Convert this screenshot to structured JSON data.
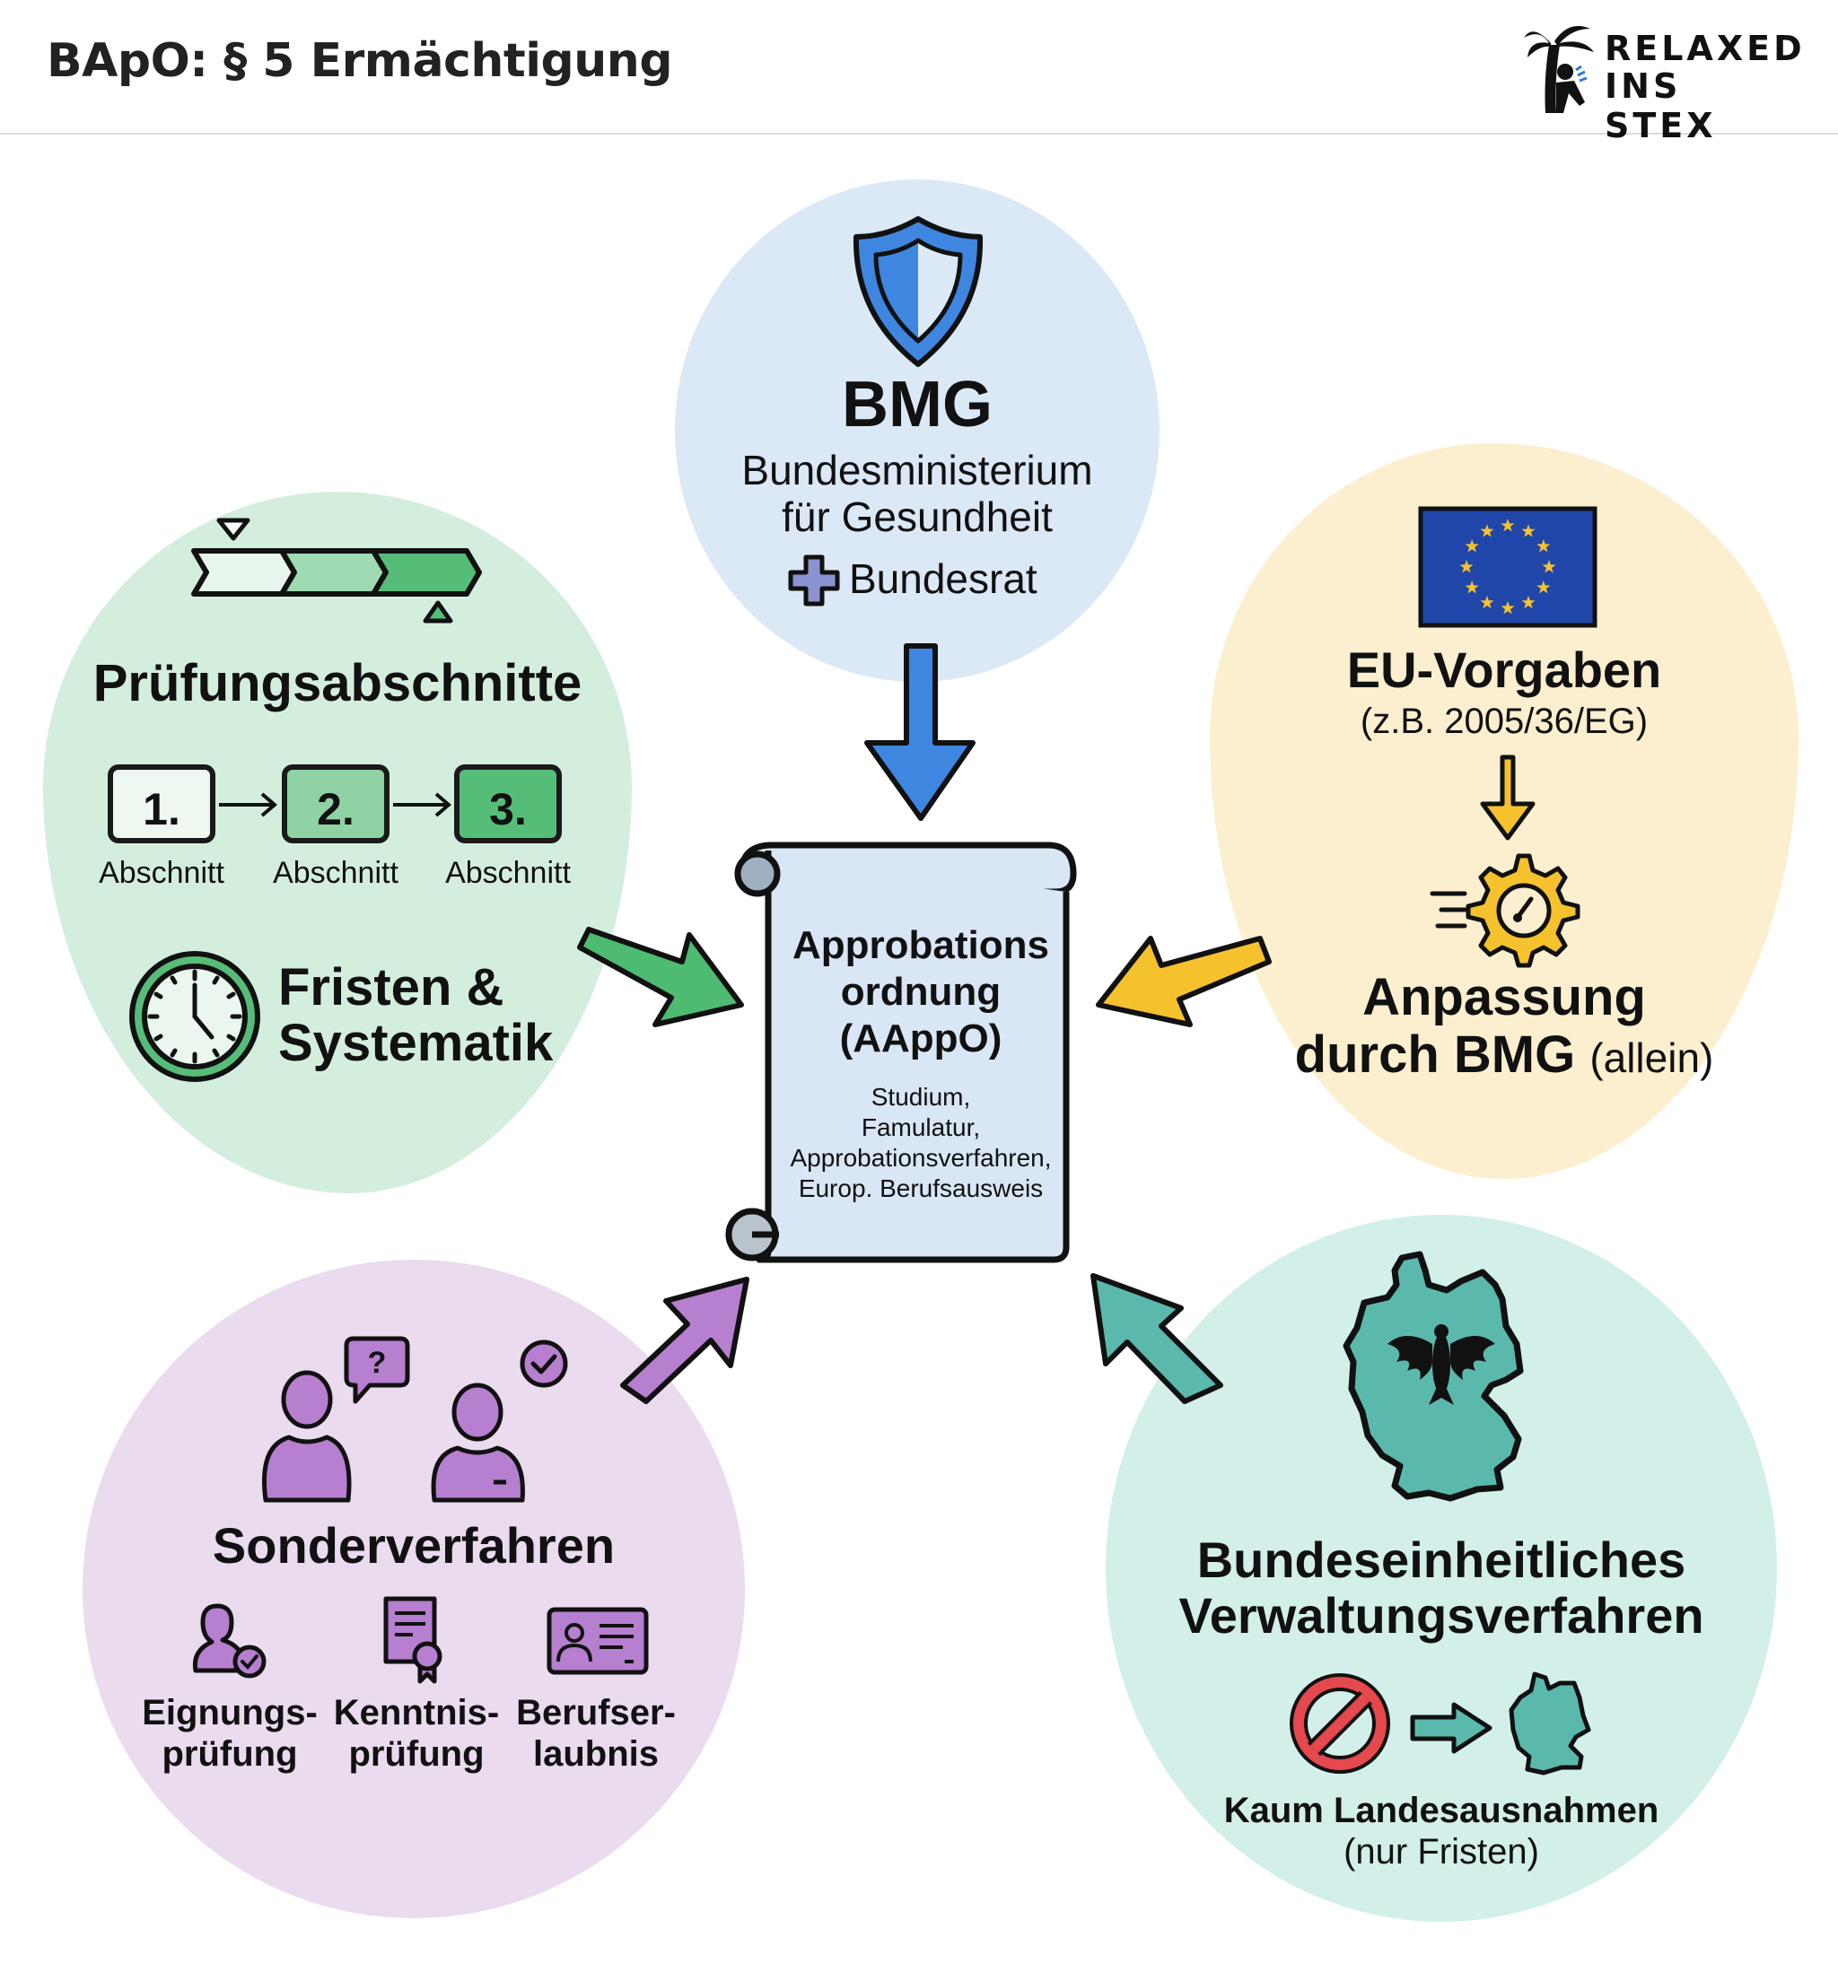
{
  "header": {
    "title": "BApO: § 5 Ermächtigung",
    "logo": {
      "line1": "RELAXED",
      "line2": "INS STEX",
      "icon": "palm-tree-reader-icon"
    }
  },
  "center": {
    "title_lines": [
      "Approbations",
      "ordnung",
      "(AAppO)"
    ],
    "body_lines": [
      "Studium,",
      "Famulatur,",
      "Approbationsverfahren,",
      "Europ. Berufsausweis"
    ],
    "icon": "scroll-icon"
  },
  "top": {
    "icon": "shield-icon",
    "title": "BMG",
    "subtitle_lines": [
      "Bundesministerium",
      "für Gesundheit"
    ],
    "plus_icon": "plus-icon",
    "plus_label": "Bundesrat",
    "arrow_color": "#3f86e0"
  },
  "left": {
    "icon": "timeline-chevrons-icon",
    "title": "Prüfungsabschnitte",
    "steps": [
      {
        "number": "1.",
        "label": "Abschnitt"
      },
      {
        "number": "2.",
        "label": "Abschnitt"
      },
      {
        "number": "3.",
        "label": "Abschnitt"
      }
    ],
    "clock_icon": "clock-icon",
    "clock_label_lines": [
      "Fristen &",
      "Systematik"
    ],
    "arrow_color": "#4dbb72"
  },
  "right": {
    "flag_icon": "eu-flag-icon",
    "title": "EU-Vorgaben",
    "subtitle": "(z.B. 2005/36/EG)",
    "gear_icon": "gear-speed-icon",
    "adapt_line1": "Anpassung",
    "adapt_line2_bold": "durch BMG",
    "adapt_line2_normal": "(allein)",
    "arrow_color": "#f5c22e"
  },
  "bottom_left": {
    "people_icon": "consultation-people-icon",
    "title": "Sonderverfahren",
    "items": [
      {
        "icon": "person-check-icon",
        "line1": "Eignungs-",
        "line2": "prüfung"
      },
      {
        "icon": "certificate-icon",
        "line1": "Kenntnis-",
        "line2": "prüfung"
      },
      {
        "icon": "id-card-icon",
        "line1": "Berufser-",
        "line2": "laubnis"
      }
    ],
    "arrow_color": "#b67fcf"
  },
  "bottom_right": {
    "map_icon": "germany-map-eagle-icon",
    "title_lines": [
      "Bundeseinheitliches",
      "Verwaltungsverfahren"
    ],
    "no_icon": "prohibited-icon",
    "small_map_icon": "germany-map-icon",
    "note_bold": "Kaum Landesausnahmen",
    "note": "(nur Fristen)",
    "arrow_color": "#5bb8ac"
  }
}
